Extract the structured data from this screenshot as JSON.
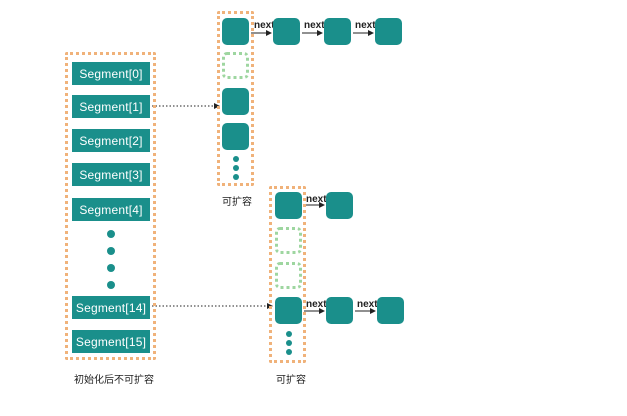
{
  "segments": {
    "items": [
      "Segment[0]",
      "Segment[1]",
      "Segment[2]",
      "Segment[3]",
      "Segment[4]",
      "Segment[14]",
      "Segment[15]"
    ],
    "caption": "初始化后不可扩容"
  },
  "table_top": {
    "caption": "可扩容",
    "next_labels": [
      "next",
      "next",
      "next"
    ]
  },
  "table_bottom": {
    "caption": "可扩容",
    "next_labels": [
      "next",
      "next",
      "next"
    ]
  },
  "colors": {
    "segment_fill": "#1a8f8b",
    "outer_border": "#f0b27a",
    "empty_slot_border": "#9ed6a0"
  }
}
